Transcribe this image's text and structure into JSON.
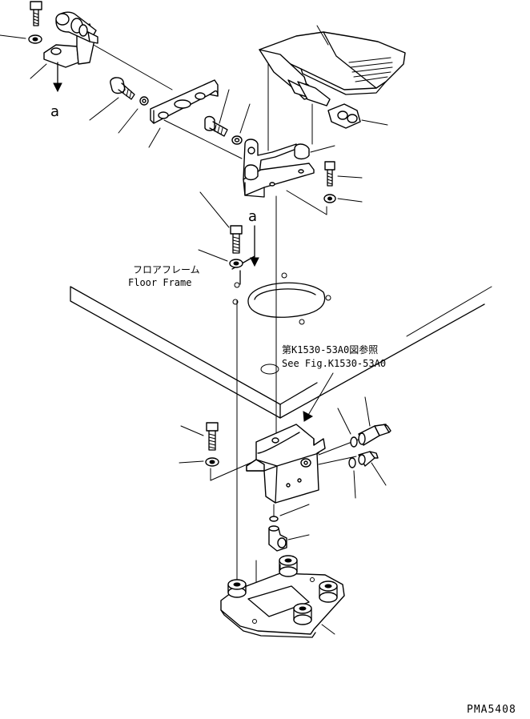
{
  "labels": {
    "floor_frame_jp": "フロアフレーム",
    "floor_frame_en": "Floor Frame",
    "see_fig_jp": "第K1530-53A0図参照",
    "see_fig_en": "See Fig.K1530-53A0",
    "view_marker_upper": "a",
    "view_marker_lower": "a",
    "drawing_code": "PMA5408"
  }
}
